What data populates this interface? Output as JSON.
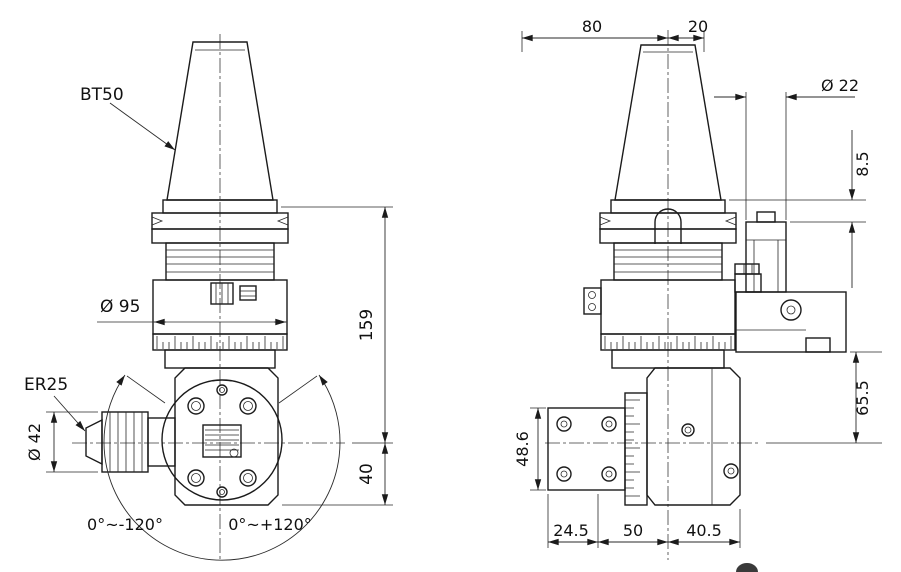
{
  "front_view": {
    "taper_label": "BT50",
    "body_dia": "Ø 95",
    "collet_label": "ER25",
    "collet_dia": "Ø 42",
    "dim_height": "159",
    "dim_axis_bottom": "40",
    "swivel_neg": "0°~-120°",
    "swivel_pos": "0°~+120°"
  },
  "side_view": {
    "dim_80": "80",
    "dim_20": "20",
    "pin_dia": "Ø 22",
    "dim_8_5": "8.5",
    "dim_65_5": "65.5",
    "dim_48_6": "48.6",
    "dim_24_5": "24.5",
    "dim_50": "50",
    "dim_40_5": "40.5"
  },
  "colors": {
    "line": "#1b1b1b",
    "background": "#ffffff"
  }
}
